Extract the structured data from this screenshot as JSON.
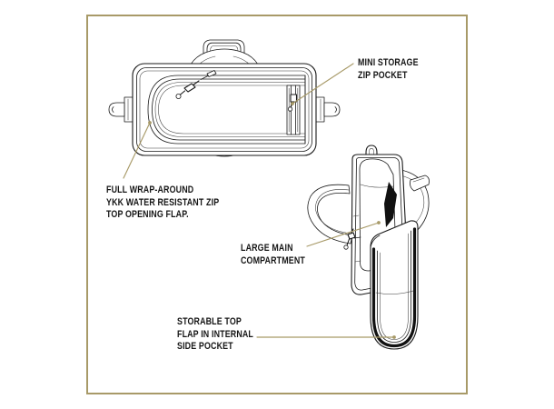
{
  "page": {
    "title": "Bag Feature Callout Diagram",
    "background_color": "#ffffff",
    "frame_color": "#a89a68",
    "line_color": "#1a1a1a",
    "leader_color": "#a89a68",
    "text_color": "#161616"
  },
  "labels": [
    {
      "id": "mini-storage-zip-pocket",
      "lines": [
        "MINI STORAGE",
        "ZIP POCKET"
      ],
      "text": "MINI STORAGE\nZIP POCKET"
    },
    {
      "id": "full-wrap-around-zip-flap",
      "lines": [
        "FULL WRAP-AROUND",
        "YKK WATER RESISTANT ZIP",
        "TOP OPENING FLAP."
      ],
      "text": "FULL WRAP-AROUND\nYKK WATER RESISTANT ZIP\nTOP OPENING FLAP."
    },
    {
      "id": "large-main-compartment",
      "lines": [
        "LARGE MAIN",
        "COMPARTMENT"
      ],
      "text": "LARGE MAIN\nCOMPARTMENT"
    },
    {
      "id": "storable-top-flap",
      "lines": [
        "STORABLE TOP",
        "FLAP IN INTERNAL",
        "SIDE POCKET"
      ],
      "text": "STORABLE TOP\nFLAP IN INTERNAL\nSIDE POCKET"
    }
  ],
  "illustrations": [
    {
      "id": "top-view",
      "description": "Top-down view of bag showing wrap-around zip flap, grab handle, side D-rings and mini zip pocket"
    },
    {
      "id": "angled-view",
      "description": "Angled view of bag with top flap opened and hanging, showing large main compartment interior"
    }
  ]
}
